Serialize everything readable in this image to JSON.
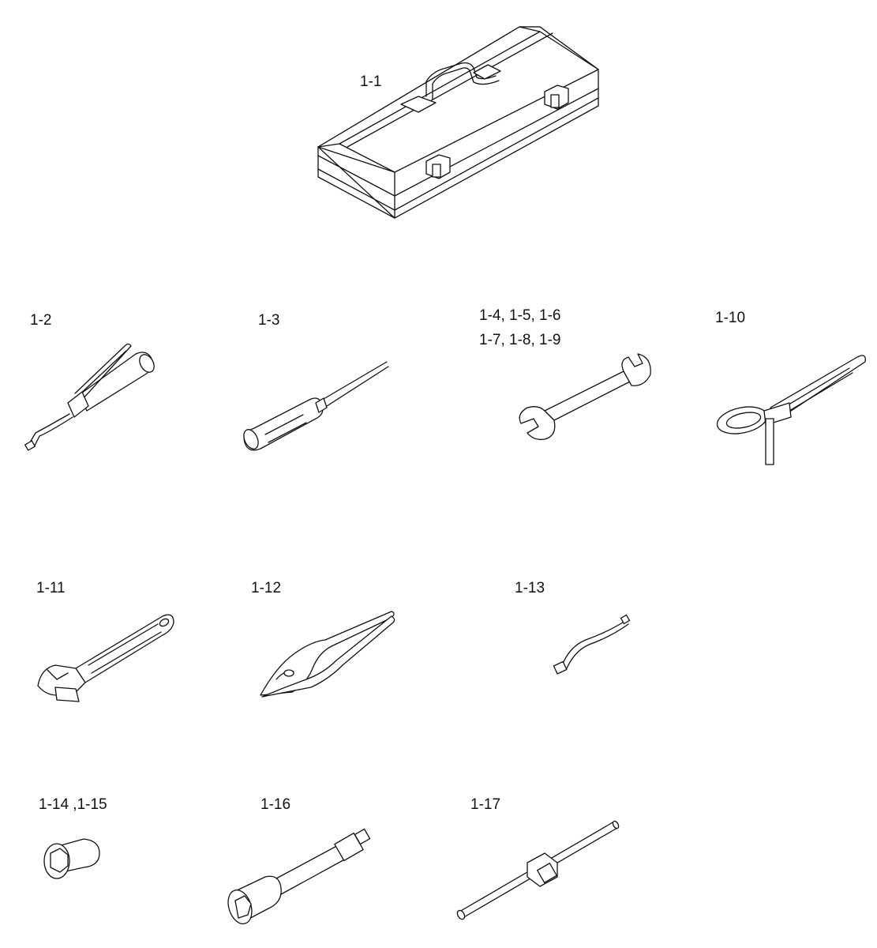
{
  "labels": {
    "toolbox": "1-1",
    "grease_gun": "1-2",
    "screwdriver": "1-3",
    "wrench_row1": "1-4, 1-5, 1-6",
    "wrench_row2": "1-7, 1-8, 1-9",
    "filter_wrench": "1-10",
    "adjustable_wrench": "1-11",
    "pliers": "1-12",
    "nozzle": "1-13",
    "socket": "1-14 ,1-15",
    "extension_bar": "1-16",
    "t_handle": "1-17"
  }
}
